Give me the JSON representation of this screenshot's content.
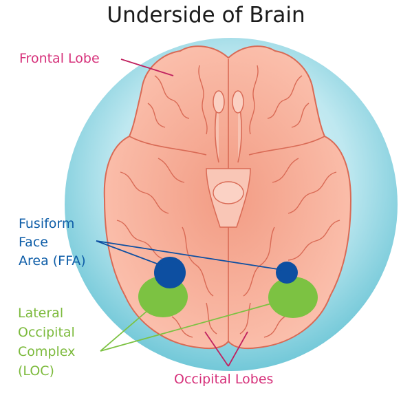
{
  "title": "Underside of Brain",
  "labels": {
    "frontal_lobe": "Frontal Lobe",
    "ffa": [
      "Fusiform",
      "Face",
      "Area (FFA)"
    ],
    "loc": [
      "Lateral",
      "Occipital",
      "Complex",
      "(LOC)"
    ],
    "occipital_lobes": "Occipital Lobes"
  },
  "colors": {
    "frontal_label": "#d6307a",
    "ffa_label": "#0f5ea8",
    "loc_label": "#7cba3c",
    "occipital_label": "#d6307a",
    "ffa_marker": "#0d4fa1",
    "loc_marker": "#7cc242",
    "brain_fill": "#f7b09b",
    "brain_outline": "#d96a55",
    "circle_outer": "#7ccedd",
    "circle_inner": "#e4f6f9"
  }
}
